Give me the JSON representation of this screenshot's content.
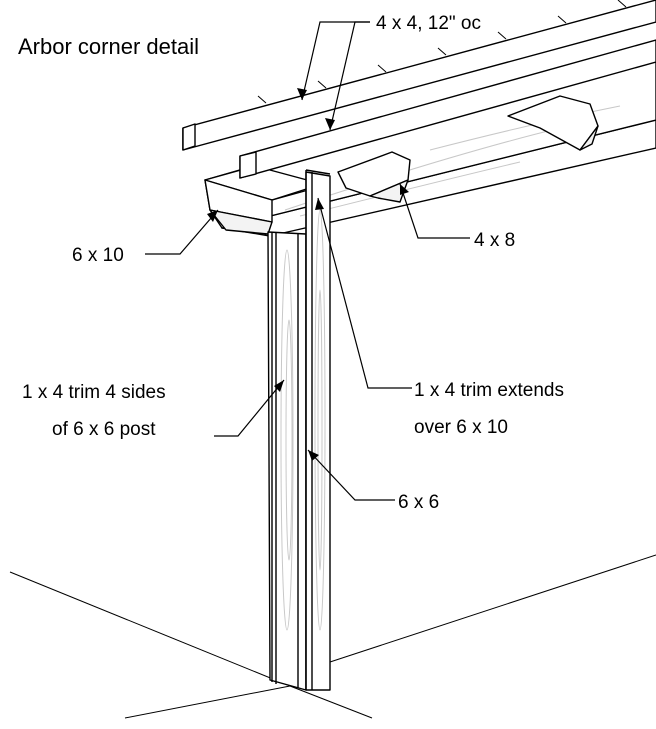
{
  "title": "Arbor corner detail",
  "labels": {
    "rafters": "4 x 4, 12\" oc",
    "beam": "6 x 10",
    "joist": "4 x 8",
    "trim_line1": "1 x 4 trim 4 sides",
    "trim_line2": "of 6 x 6 post",
    "extends_line1": "1 x 4 trim extends",
    "extends_line2": "over 6 x 10",
    "post": "6 x 6"
  }
}
